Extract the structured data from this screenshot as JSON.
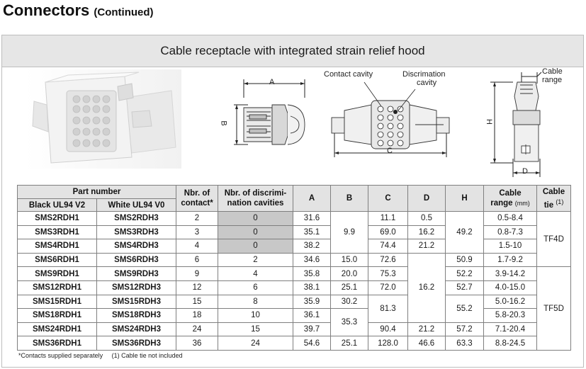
{
  "heading": {
    "title": "Connectors",
    "subtitle": "(Continued)"
  },
  "panel": {
    "title": "Cable receptacle with integrated strain relief hood"
  },
  "figure": {
    "dim_a": "A",
    "dim_b": "B",
    "dim_c": "C",
    "dim_d": "D",
    "dim_h": "H",
    "contact_cavity": "Contact cavity",
    "discrimination_line1": "Discrimation",
    "discrimination_line2": "cavity",
    "cable_line1": "Cable",
    "cable_line2": "range"
  },
  "table": {
    "header": {
      "part_number": "Part number",
      "black": "Black UL94 V2",
      "white": "White UL94 V0",
      "nbr_contact_1": "Nbr. of",
      "nbr_contact_2": "contact*",
      "nbr_discr_1": "Nbr. of discrimi-",
      "nbr_discr_2": "nation cavities",
      "a": "A",
      "b": "B",
      "c": "C",
      "d": "D",
      "h": "H",
      "cable_range_1": "Cable",
      "cable_range_2": "range",
      "cable_range_unit": "(mm)",
      "cable_tie_1": "Cable",
      "cable_tie_2": "tie",
      "cable_tie_sup": "(1)"
    },
    "rows": [
      {
        "black": "SMS2RDH1",
        "white": "SMS2RDH3",
        "contacts": "2",
        "discr": "0",
        "a": "31.6",
        "c": "11.1",
        "d": "0.5",
        "range": "0.5-8.4"
      },
      {
        "black": "SMS3RDH1",
        "white": "SMS3RDH3",
        "contacts": "3",
        "discr": "0",
        "a": "35.1",
        "c": "69.0",
        "d": "16.2",
        "range": "0.8-7.3"
      },
      {
        "black": "SMS4RDH1",
        "white": "SMS4RDH3",
        "contacts": "4",
        "discr": "0",
        "a": "38.2",
        "c": "74.4",
        "d": "21.2",
        "range": "1.5-10"
      },
      {
        "black": "SMS6RDH1",
        "white": "SMS6RDH3",
        "contacts": "6",
        "discr": "2",
        "a": "34.6",
        "b": "15.0",
        "c": "72.6",
        "h": "50.9",
        "range": "1.7-9.2"
      },
      {
        "black": "SMS9RDH1",
        "white": "SMS9RDH3",
        "contacts": "9",
        "discr": "4",
        "a": "35.8",
        "b": "20.0",
        "c": "75.3",
        "h": "52.2",
        "range": "3.9-14.2"
      },
      {
        "black": "SMS12RDH1",
        "white": "SMS12RDH3",
        "contacts": "12",
        "discr": "6",
        "a": "38.1",
        "b": "25.1",
        "c": "72.0",
        "h": "52.7",
        "range": "4.0-15.0"
      },
      {
        "black": "SMS15RDH1",
        "white": "SMS15RDH3",
        "contacts": "15",
        "discr": "8",
        "a": "35.9",
        "b": "30.2",
        "range": "5.0-16.2"
      },
      {
        "black": "SMS18RDH1",
        "white": "SMS18RDH3",
        "contacts": "18",
        "discr": "10",
        "a": "36.1",
        "range": "5.8-20.3"
      },
      {
        "black": "SMS24RDH1",
        "white": "SMS24RDH3",
        "contacts": "24",
        "discr": "15",
        "a": "39.7",
        "c": "90.4",
        "d": "21.2",
        "h": "57.2",
        "range": "7.1-20.4"
      },
      {
        "black": "SMS36RDH1",
        "white": "SMS36RDH3",
        "contacts": "36",
        "discr": "24",
        "a": "54.6",
        "b": "25.1",
        "c": "128.0",
        "d": "46.6",
        "h": "63.3",
        "range": "8.8-24.5"
      }
    ],
    "merged": {
      "b_rows_1_3": "9.9",
      "h_rows_1_3": "49.2",
      "tie_rows_1_4": "TF4D",
      "d_rows_4_8": "16.2",
      "c_rows_7_8": "81.3",
      "h_rows_7_8": "55.2",
      "b_rows_8_9": "35.3",
      "tie_rows_5_10": "TF5D"
    }
  },
  "footnote": {
    "contacts": "*Contacts supplied separately",
    "tie": "(1) Cable tie not included"
  },
  "colors": {
    "header_bg": "#e3e3e3",
    "panel_title_bg": "#e6e6e6",
    "gray_cell": "#c8c8c8",
    "border": "#7f7f7f"
  }
}
